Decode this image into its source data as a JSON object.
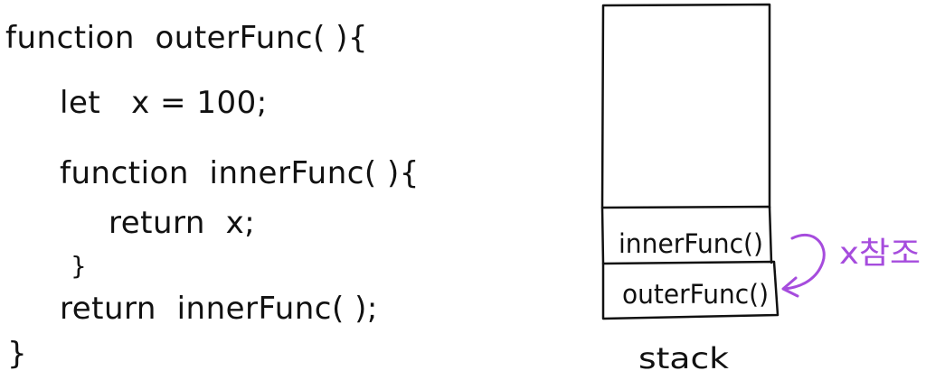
{
  "code": {
    "lines": [
      "function  outerFunc( ){",
      "let   x = 100;",
      "function  innerFunc( ){",
      "return  x;",
      "}",
      "return  innerFunc( );",
      "}"
    ]
  },
  "stack": {
    "frames": [
      {
        "label": "innerFunc()"
      },
      {
        "label": "outerFunc()"
      }
    ],
    "caption": "stack"
  },
  "annotation": {
    "text": "x참조",
    "color": "#a64cdd"
  },
  "colors": {
    "ink": "#111111",
    "annotation": "#a64cdd",
    "background": "#ffffff"
  }
}
